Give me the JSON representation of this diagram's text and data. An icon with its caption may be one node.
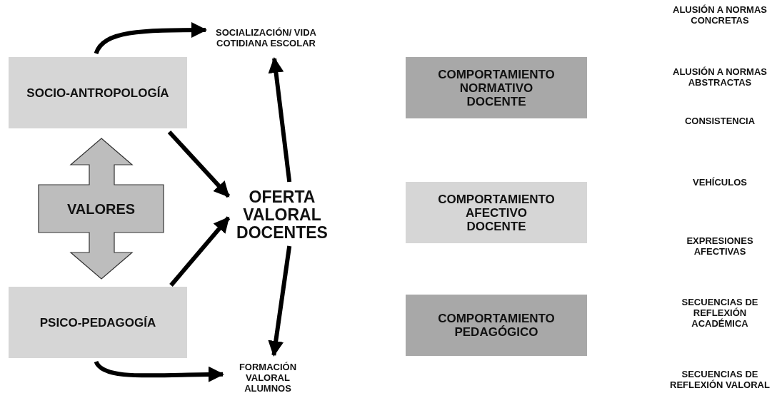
{
  "diagram": {
    "nodes": [
      {
        "text": [
          "SOCIO-ANTROPOLOGÍA"
        ]
      },
      {
        "text": [
          "VALORES"
        ]
      },
      {
        "text": [
          "PSICO-PEDAGOGÍA"
        ]
      },
      {
        "text": [
          "SOCIALIZACIÓN/ VIDA COTIDIANA ESCOLAR"
        ]
      },
      {
        "text": [
          "OFERTA VALORAL DOCENTES"
        ]
      },
      {
        "text": [
          "FORMACIÓN VALORAL ALUMNOS"
        ]
      },
      {
        "text": [
          "COMPORTAMIENTO NORMATIVO DOCENTE"
        ]
      },
      {
        "text": [
          "COMPORTAMIENTO AFECTIVO DOCENTE"
        ]
      },
      {
        "text": [
          "COMPORTAMIENTO PEDAGÓGICO"
        ]
      }
    ],
    "edges": [
      {
        "from": 0,
        "to": 3,
        "arrow": "to"
      },
      {
        "from": 0,
        "to": 4,
        "arrow": "to"
      },
      {
        "from": 2,
        "to": 4,
        "arrow": "to"
      },
      {
        "from": 2,
        "to": 5,
        "arrow": "to"
      },
      {
        "from": 4,
        "to": 3,
        "arrow": "to"
      },
      {
        "from": 4,
        "to": 5,
        "arrow": "to"
      }
    ],
    "labels": [
      "ALUSIÓN A NORMAS CONCRETAS",
      "ALUSIÓN A NORMAS ABSTRACTAS",
      "CONSISTENCIA",
      "VEHÍCULOS",
      "EXPRESIONES AFECTIVAS",
      "SECUENCIAS DE REFLEXIÓN ACADÉMICA",
      "SECUENCIAS DE REFLEXIÓN VALORAL"
    ]
  }
}
